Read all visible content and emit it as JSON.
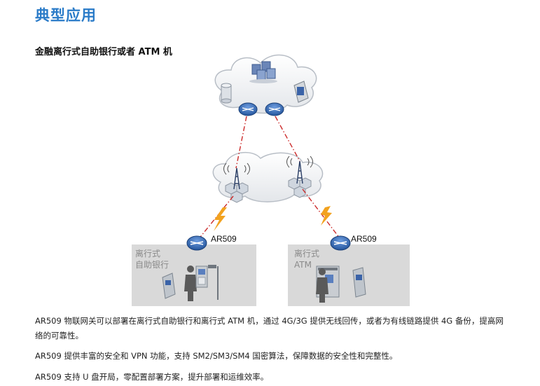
{
  "page": {
    "title": "典型应用",
    "subtitle": "金融离行式自助银行或者 ATM 机"
  },
  "diagram": {
    "left_device_label": "AR509",
    "right_device_label": "AR509",
    "left_site_line1": "离行式",
    "left_site_line2": "自助银行",
    "right_site_line1": "离行式",
    "right_site_line2": "ATM"
  },
  "paragraphs": [
    "AR509 物联网关可以部署在离行式自助银行和离行式 ATM 机，通过 4G/3G 提供无线回传，或者为有线链路提供 4G 备份，提高网络的可靠性。",
    "AR509 提供丰富的安全和 VPN 功能，支持 SM2/SM3/SM4 国密算法，保障数据的安全性和完整性。",
    "AR509 支持 U 盘开局，零配置部署方案，提升部署和运维效率。"
  ],
  "colors": {
    "title": "#2a7bc8",
    "link_dash": "#cc2a2a",
    "router": "#2a5fa8",
    "lightning": "#f2a21f",
    "site_box": "#d9d9d9"
  }
}
